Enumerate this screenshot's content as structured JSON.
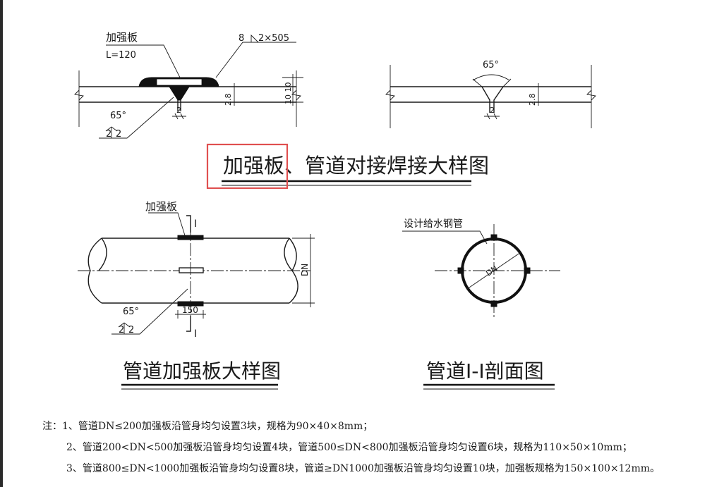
{
  "detail_top": {
    "plate_label": "加强板",
    "plate_length": "L=120",
    "weld_symbol_size": "8",
    "weld_symbol_spec": "2×505",
    "angle": "65°",
    "gap_left": "2",
    "groove_left": "2",
    "groove_right": "2",
    "dim_thickness": "2.8",
    "dim_plate": "10 10",
    "right_angle": "65°",
    "right_gap": "2",
    "right_thickness": "2.8"
  },
  "title_top": "加强板、管道对接焊接大样图",
  "detail_pipe": {
    "plate_label": "加强板",
    "section_top": "I",
    "section_bottom": "I",
    "dim_dn": "DN",
    "dim_150": "150",
    "angle": "65°",
    "groove_left": "2",
    "groove_right": "2"
  },
  "title_pipe": "管道加强板大样图",
  "detail_section": {
    "label": "设计给水钢管",
    "dim_dn": "DN"
  },
  "title_section": "管道I-I剖面图",
  "notes": {
    "line1": "注：1、管道DN≤200加强板沿管身均匀设置3块，规格为90×40×8mm；",
    "line2": "2、管道200<DN<500加强板沿管身均匀设置4块，管道500≤DN<800加强板沿管身均匀设置6块，规格为110×50×10mm；",
    "line3": "3、管道800≤DN<1000加强板沿管身均匀设置8块，管道≥DN1000加强板沿管身均匀设置10块，加强板规格为150×100×12mm。"
  },
  "highlight_color": "#e05050"
}
